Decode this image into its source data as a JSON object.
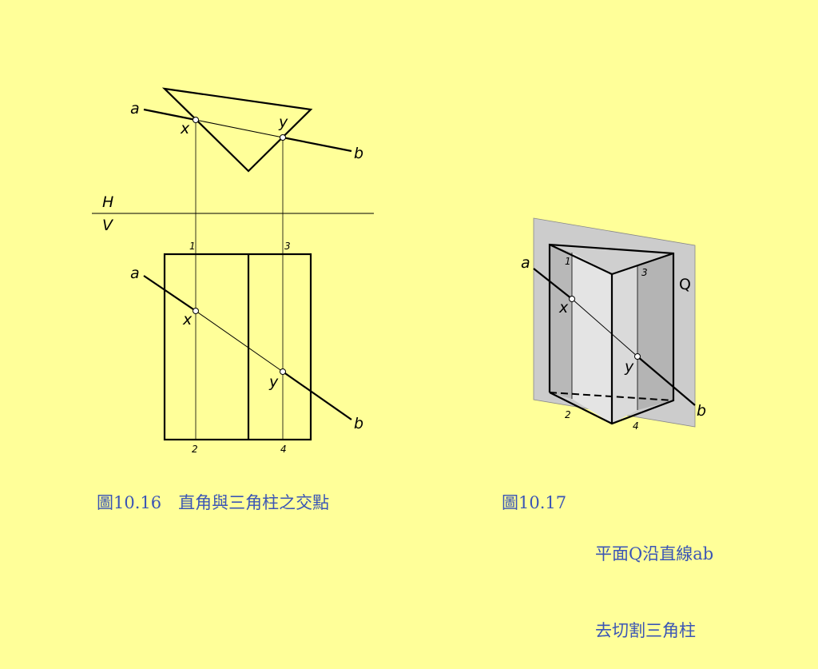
{
  "figure_left": {
    "labels": {
      "a_top": "a",
      "b_top": "b",
      "x_top": "x",
      "y_top": "y",
      "h": "H",
      "v": "V",
      "n1": "1",
      "n3": "3",
      "a_bottom": "a",
      "b_bottom": "b",
      "x_bottom": "x",
      "y_bottom": "y",
      "n2": "2",
      "n4": "4"
    },
    "caption": "圖10.16　直角與三角柱之交點"
  },
  "figure_right": {
    "labels": {
      "a": "a",
      "b": "b",
      "x": "x",
      "y": "y",
      "q": "Q",
      "n1": "1",
      "n2": "2",
      "n3": "3",
      "n4": "4"
    },
    "caption_number": "圖10.17",
    "caption_line1": "平面Q沿直線ab",
    "caption_line2": "去切割三角柱"
  },
  "colors": {
    "background": "#ffff99",
    "caption": "#3b55b5",
    "plane": "#cccccc",
    "prism_face": "#e4e4e4",
    "prism_dark": "#b4b4b4"
  }
}
